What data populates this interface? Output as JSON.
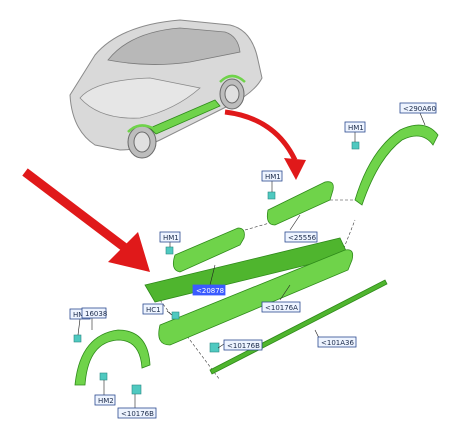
{
  "diagram": {
    "labels": {
      "hm1_top_right": "HM1",
      "part_290a60": "<290A60",
      "hm1_mid": "HM1",
      "part_25556": "<25556",
      "hm1_left": "HM1",
      "part_20878": "<20878",
      "part_10176a": "<10176A",
      "hc1": "HC1",
      "part_10176b_mid": "<10176B",
      "part_101a36": "<101A36",
      "hm1_bottom_left": "HM1",
      "part_16038": "16038",
      "hm2": "HM2",
      "part_10176b_bottom": "<10176B"
    },
    "colors": {
      "part_fill": "#6fd34a",
      "arrow": "#e0191a",
      "highlight_label": "#3b5bff"
    }
  }
}
